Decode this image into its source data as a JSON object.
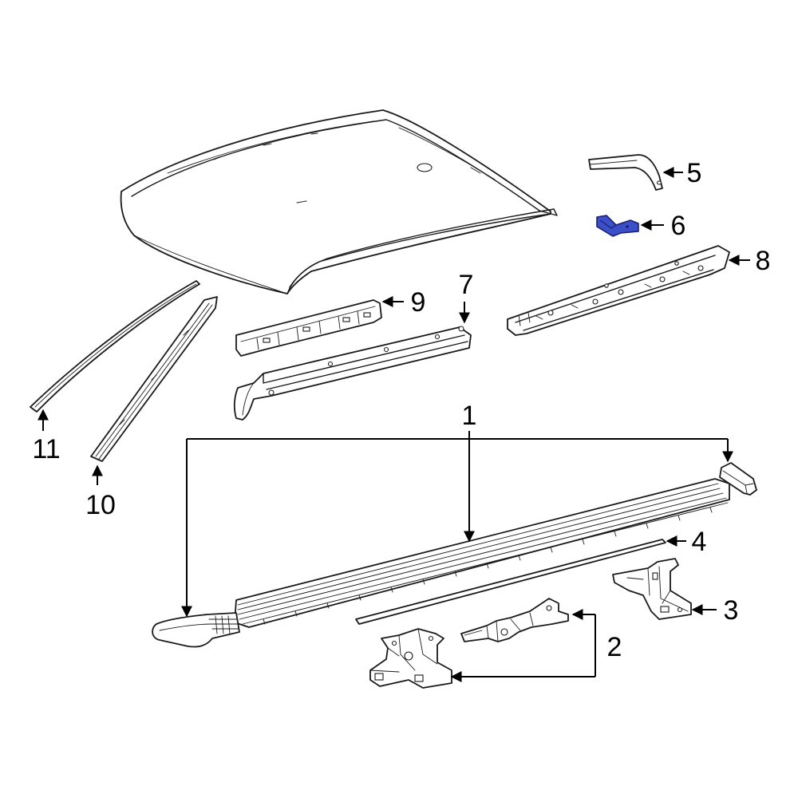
{
  "diagram": {
    "highlight_color": "#3b4fc8",
    "callouts": [
      {
        "number": "1"
      },
      {
        "number": "2"
      },
      {
        "number": "3"
      },
      {
        "number": "4"
      },
      {
        "number": "5"
      },
      {
        "number": "6"
      },
      {
        "number": "7"
      },
      {
        "number": "8"
      },
      {
        "number": "9"
      },
      {
        "number": "10"
      },
      {
        "number": "11"
      }
    ],
    "highlighted_callout": "6"
  }
}
